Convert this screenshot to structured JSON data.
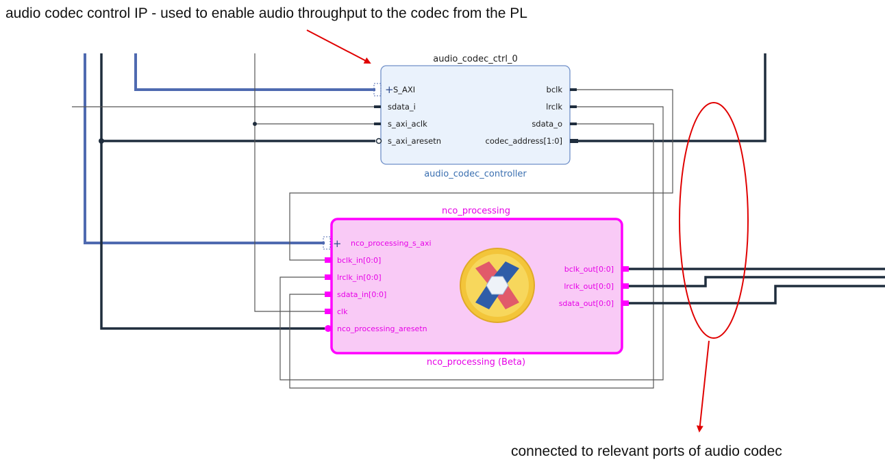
{
  "annotations": {
    "top": "audio codec control IP - used to enable audio throughput to the codec from the PL",
    "bottom": "connected to relevant ports of audio codec"
  },
  "audio_codec_block": {
    "instance_name": "audio_codec_ctrl_0",
    "ip_name": "audio_codec_controller",
    "inputs": [
      "S_AXI",
      "sdata_i",
      "s_axi_aclk",
      "s_axi_aresetn"
    ],
    "outputs": [
      "bclk",
      "lrclk",
      "sdata_o",
      "codec_address[1:0]"
    ]
  },
  "nco_block": {
    "instance_name": "nco_processing",
    "ip_name": "nco_processing (Beta)",
    "inputs": [
      "nco_processing_s_axi",
      "bclk_in[0:0]",
      "lrclk_in[0:0]",
      "sdata_in[0:0]",
      "clk",
      "nco_processing_aresetn"
    ],
    "outputs": [
      "bclk_out[0:0]",
      "lrclk_out[0:0]",
      "sdata_out[0:0]"
    ]
  },
  "colors": {
    "annotation_arrow": "#e00000",
    "axi_bus": "#4f6ab0",
    "thick_wire": "#1f2d3d",
    "thin_wire": "#555555",
    "ctrl_block_fill": "#eaf2fc",
    "ctrl_block_border": "#6f8fc8",
    "nco_block_fill": "#f9caf6",
    "nco_block_border": "#ff00ff"
  }
}
